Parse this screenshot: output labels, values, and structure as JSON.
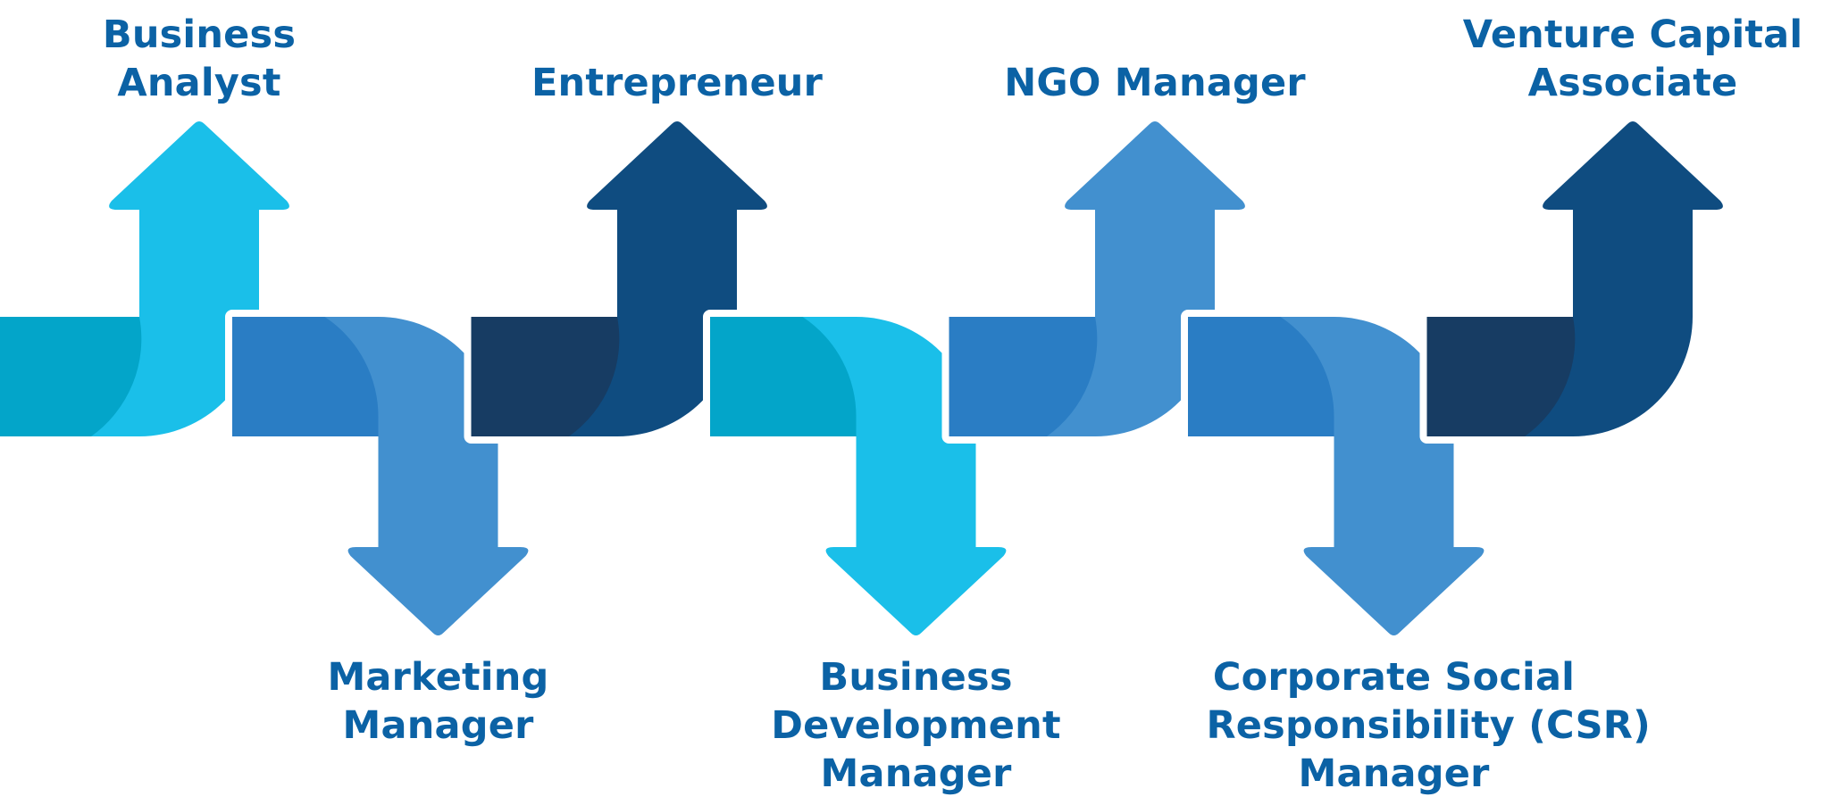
{
  "colors": {
    "cyan": "#1abfe9",
    "cyan_dark": "#03a5c9",
    "mid": "#4290cf",
    "mid_dark": "#2a7dc4",
    "navy": "#0f4c80",
    "navy_dark": "#173c63",
    "label": "#0b62a5"
  },
  "careers": [
    {
      "direction": "up",
      "color": "cyan",
      "lines": [
        "Business",
        "Analyst"
      ]
    },
    {
      "direction": "down",
      "color": "mid",
      "lines": [
        "Marketing",
        "Manager"
      ]
    },
    {
      "direction": "up",
      "color": "navy",
      "lines": [
        "Entrepreneur"
      ]
    },
    {
      "direction": "down",
      "color": "cyan",
      "lines": [
        "Business",
        "Development",
        "Manager"
      ]
    },
    {
      "direction": "up",
      "color": "mid",
      "lines": [
        "NGO Manager"
      ]
    },
    {
      "direction": "down",
      "color": "mid",
      "lines": [
        "Corporate Social",
        "Responsibility (CSR)",
        "Manager"
      ]
    },
    {
      "direction": "up",
      "color": "navy",
      "lines": [
        "Venture Capital",
        "Associate"
      ]
    }
  ]
}
